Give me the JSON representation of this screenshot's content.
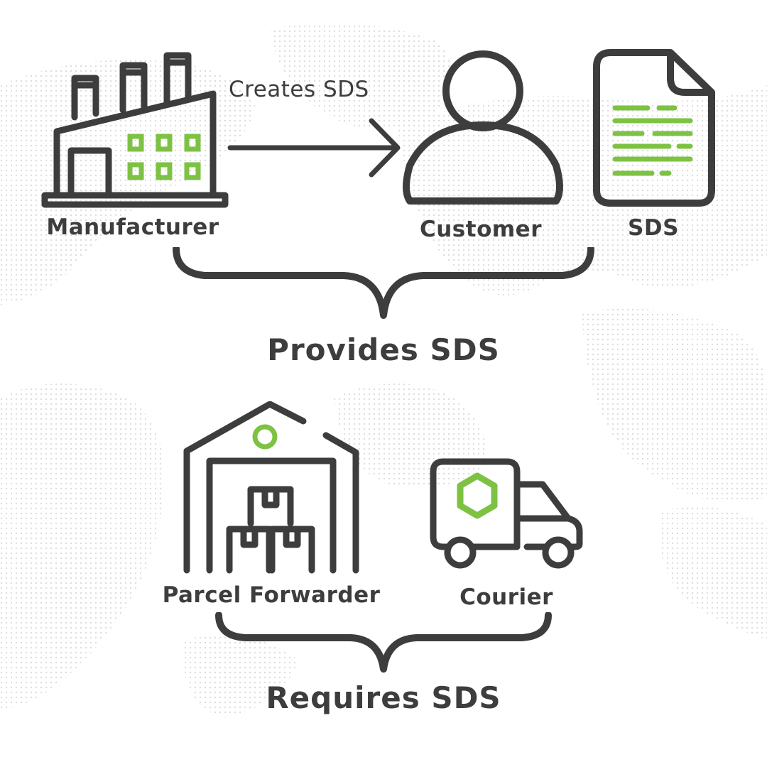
{
  "colors": {
    "ink": "#3d3d3d",
    "accent": "#7dc243",
    "dots": "#d7d7d7"
  },
  "arrow": {
    "label": "Creates SDS"
  },
  "nodes": {
    "manufacturer": {
      "label": "Manufacturer",
      "icon": "factory-icon"
    },
    "customer": {
      "label": "Customer",
      "icon": "person-icon"
    },
    "sds": {
      "label": "SDS",
      "icon": "document-icon"
    },
    "parcel_forwarder": {
      "label": "Parcel Forwarder",
      "icon": "warehouse-icon"
    },
    "courier": {
      "label": "Courier",
      "icon": "truck-icon"
    }
  },
  "groups": {
    "provides": {
      "label": "Provides SDS"
    },
    "requires": {
      "label": "Requires SDS"
    }
  }
}
